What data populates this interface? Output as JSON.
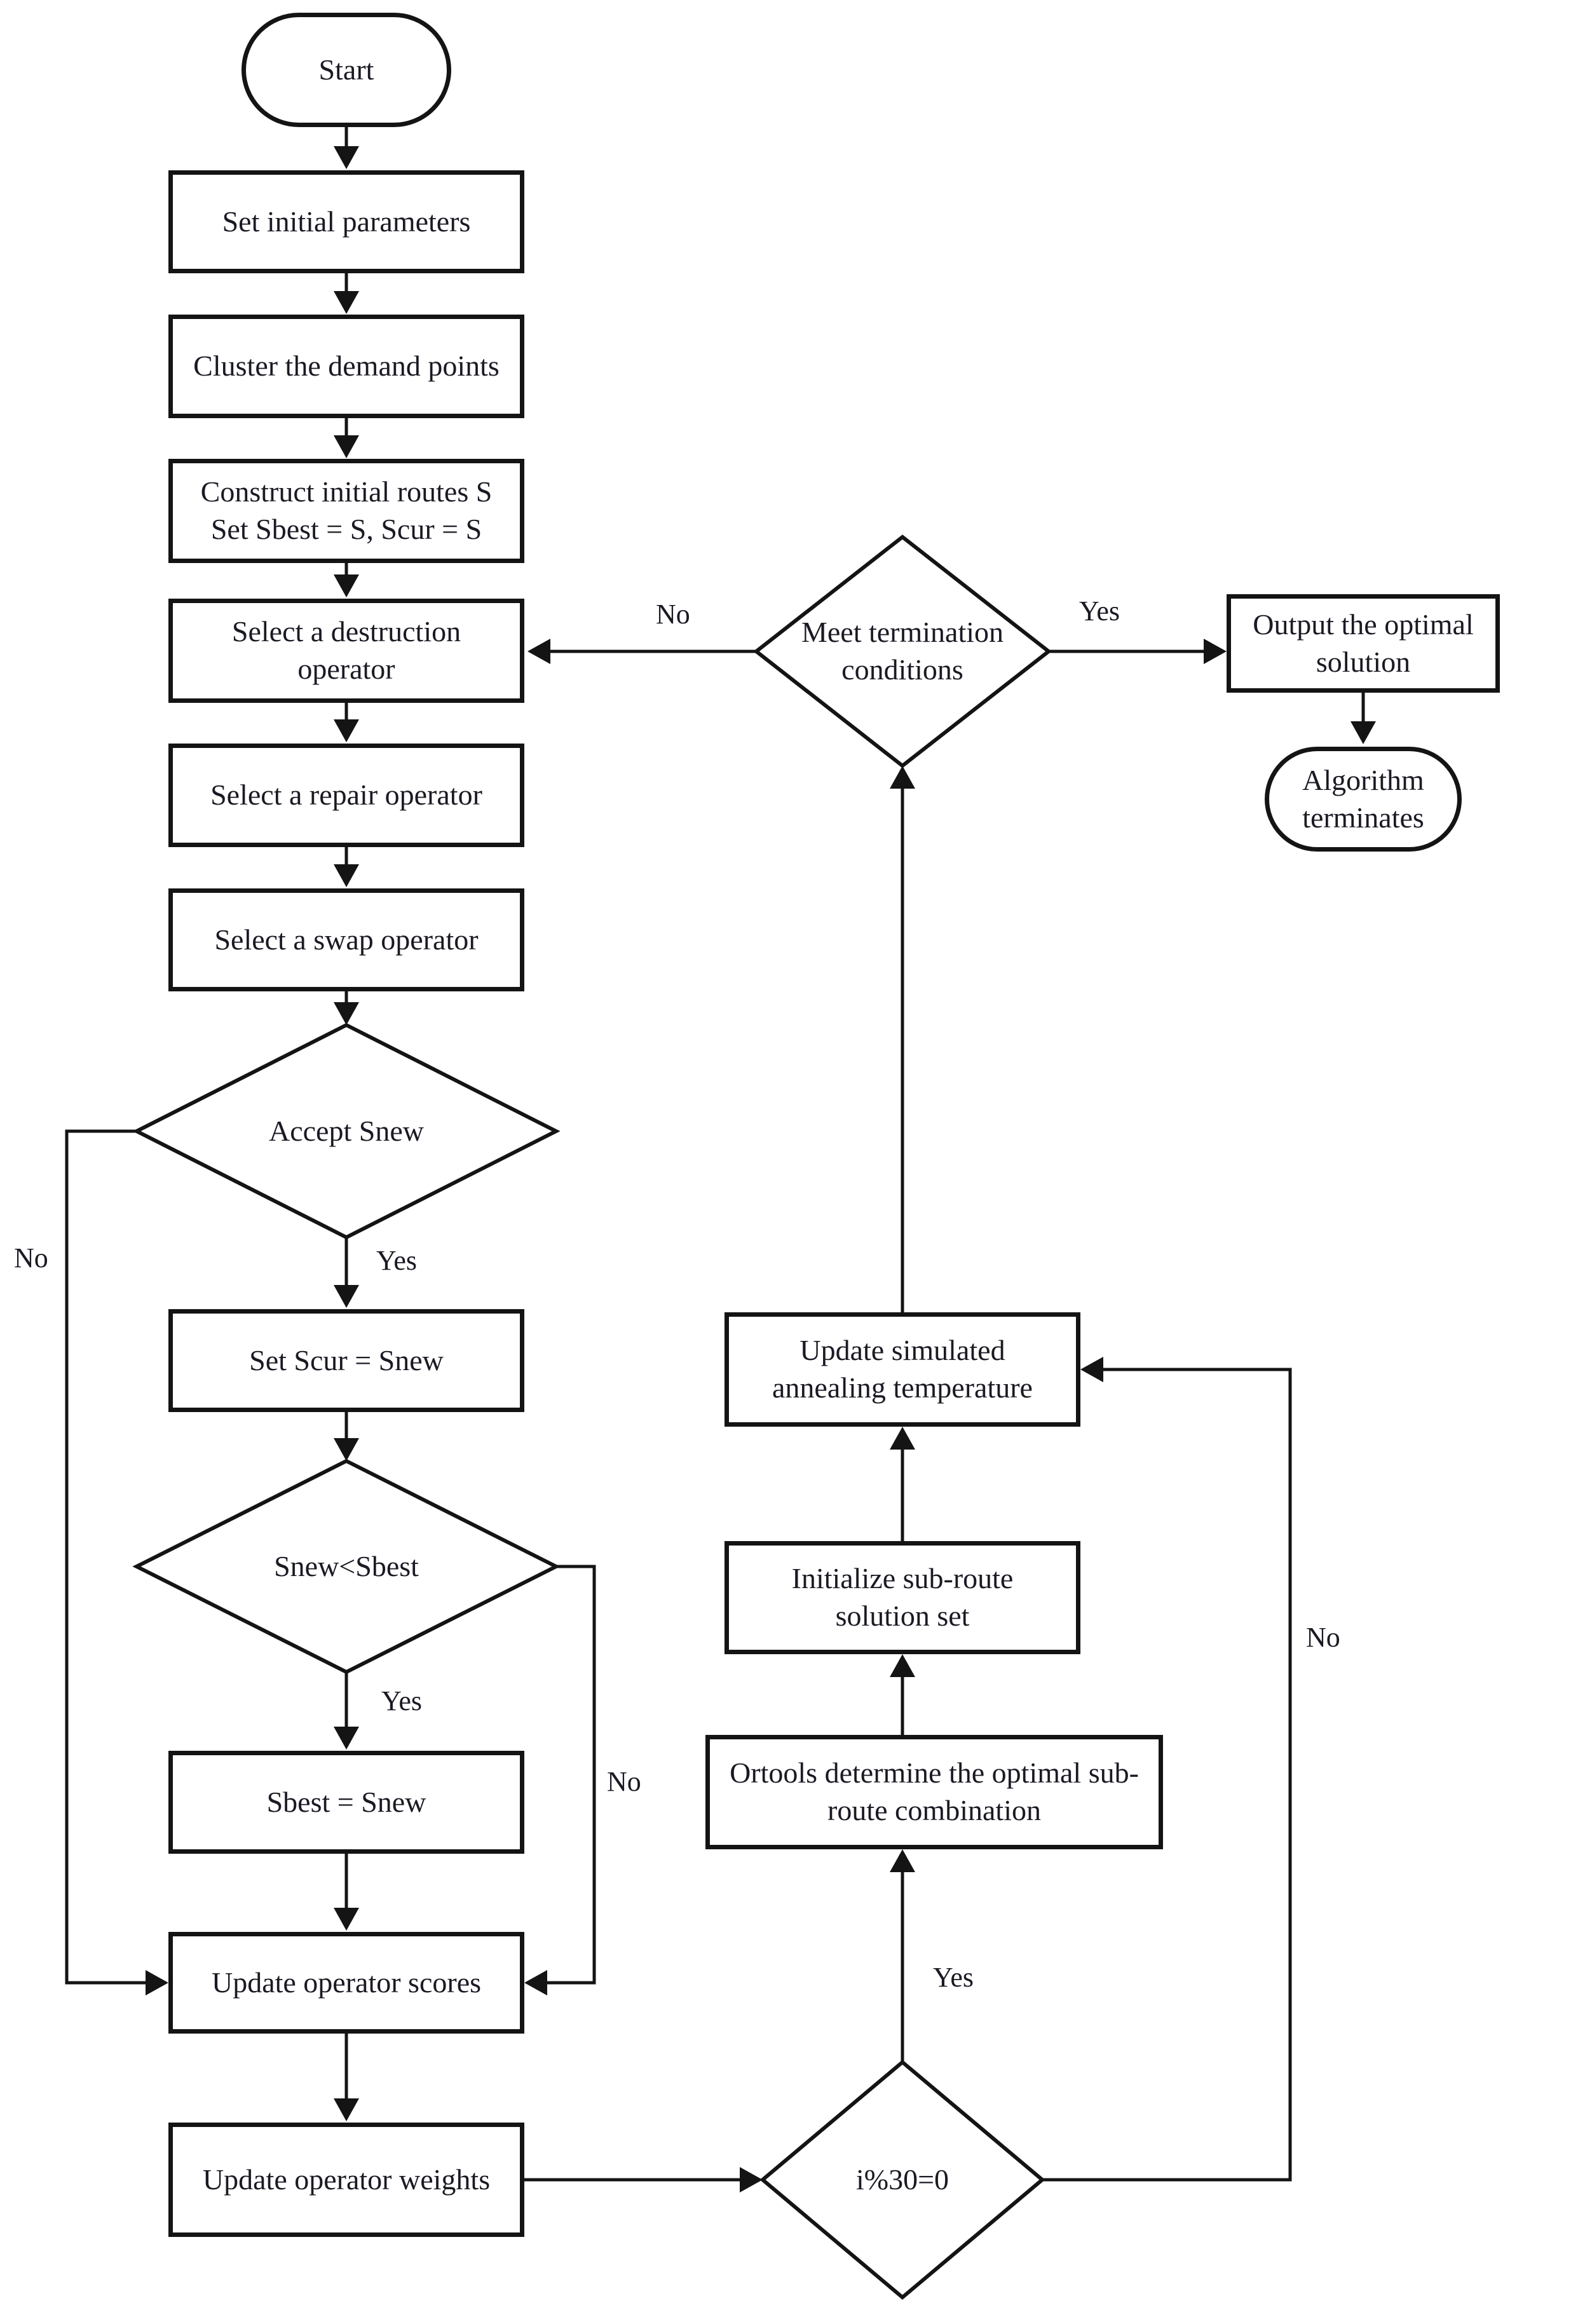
{
  "flowchart": {
    "nodes": {
      "start": "Start",
      "set_params": "Set initial parameters",
      "cluster": "Cluster the demand points",
      "construct_line1": "Construct initial routes S",
      "construct_line2": "Set Sbest = S, Scur = S",
      "destruction": "Select a destruction operator",
      "repair": "Select a repair operator",
      "swap": "Select a swap operator",
      "accept": "Accept Snew",
      "set_scur": "Set Scur = Snew",
      "compare": "Snew<Sbest",
      "set_sbest": "Sbest = Snew",
      "scores": "Update operator scores",
      "weights": "Update operator weights",
      "mod_check": "i%30=0",
      "ortools": "Ortools determine the optimal sub-route combination",
      "init_subroute": "Initialize sub-route solution set",
      "sa_temp": "Update simulated annealing temperature",
      "termination": "Meet termination conditions",
      "output": "Output the optimal solution",
      "end": "Algorithm terminates"
    },
    "edge_labels": {
      "accept_yes": "Yes",
      "accept_no": "No",
      "compare_yes": "Yes",
      "compare_no": "No",
      "mod_yes": "Yes",
      "mod_no": "No",
      "termination_yes": "Yes",
      "termination_no": "No"
    },
    "colors": {
      "line": "#141414",
      "text": "#1a1a24",
      "background": "#ffffff"
    }
  }
}
